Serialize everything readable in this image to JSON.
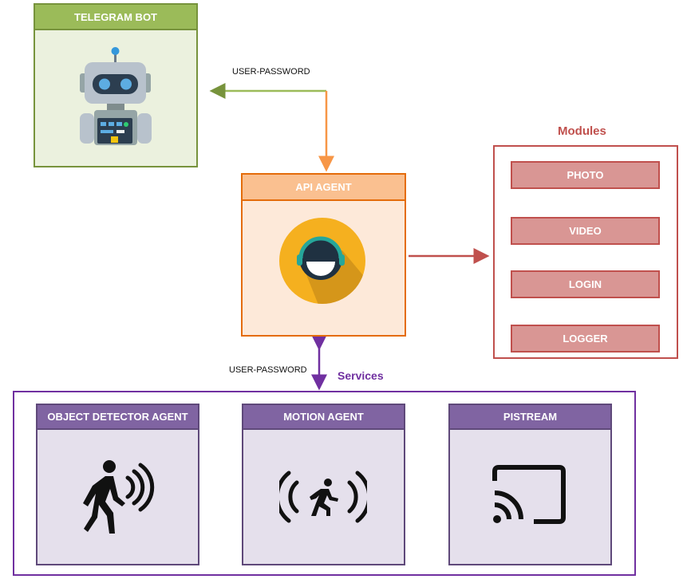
{
  "telegram": {
    "title": "TELEGRAM BOT",
    "icon": "robot-icon"
  },
  "api": {
    "title": "API AGENT",
    "icon": "agent-avatar-icon"
  },
  "edges": {
    "top_label": "USER-PASSWORD",
    "bottom_label": "USER-PASSWORD"
  },
  "modules": {
    "title": "Modules",
    "items": [
      {
        "label": "PHOTO"
      },
      {
        "label": "VIDEO"
      },
      {
        "label": "LOGIN"
      },
      {
        "label": "LOGGER"
      }
    ]
  },
  "services": {
    "title": "Services",
    "items": [
      {
        "title": "OBJECT DETECTOR AGENT",
        "icon": "person-sensor-icon"
      },
      {
        "title": "MOTION AGENT",
        "icon": "motion-sensor-icon"
      },
      {
        "title": "PISTREAM",
        "icon": "cast-icon"
      }
    ]
  },
  "colors": {
    "green": "#77933c",
    "green_light": "#ebf1de",
    "green_header": "#9bbb59",
    "orange": "#e46c0a",
    "orange_light": "#fde9d9",
    "orange_header": "#fac090",
    "red": "#c0504d",
    "red_fill": "#d99694",
    "purple": "#7030a0",
    "purple_border": "#5f497a",
    "purple_header": "#8064a2",
    "purple_light": "#e5e0ec"
  }
}
